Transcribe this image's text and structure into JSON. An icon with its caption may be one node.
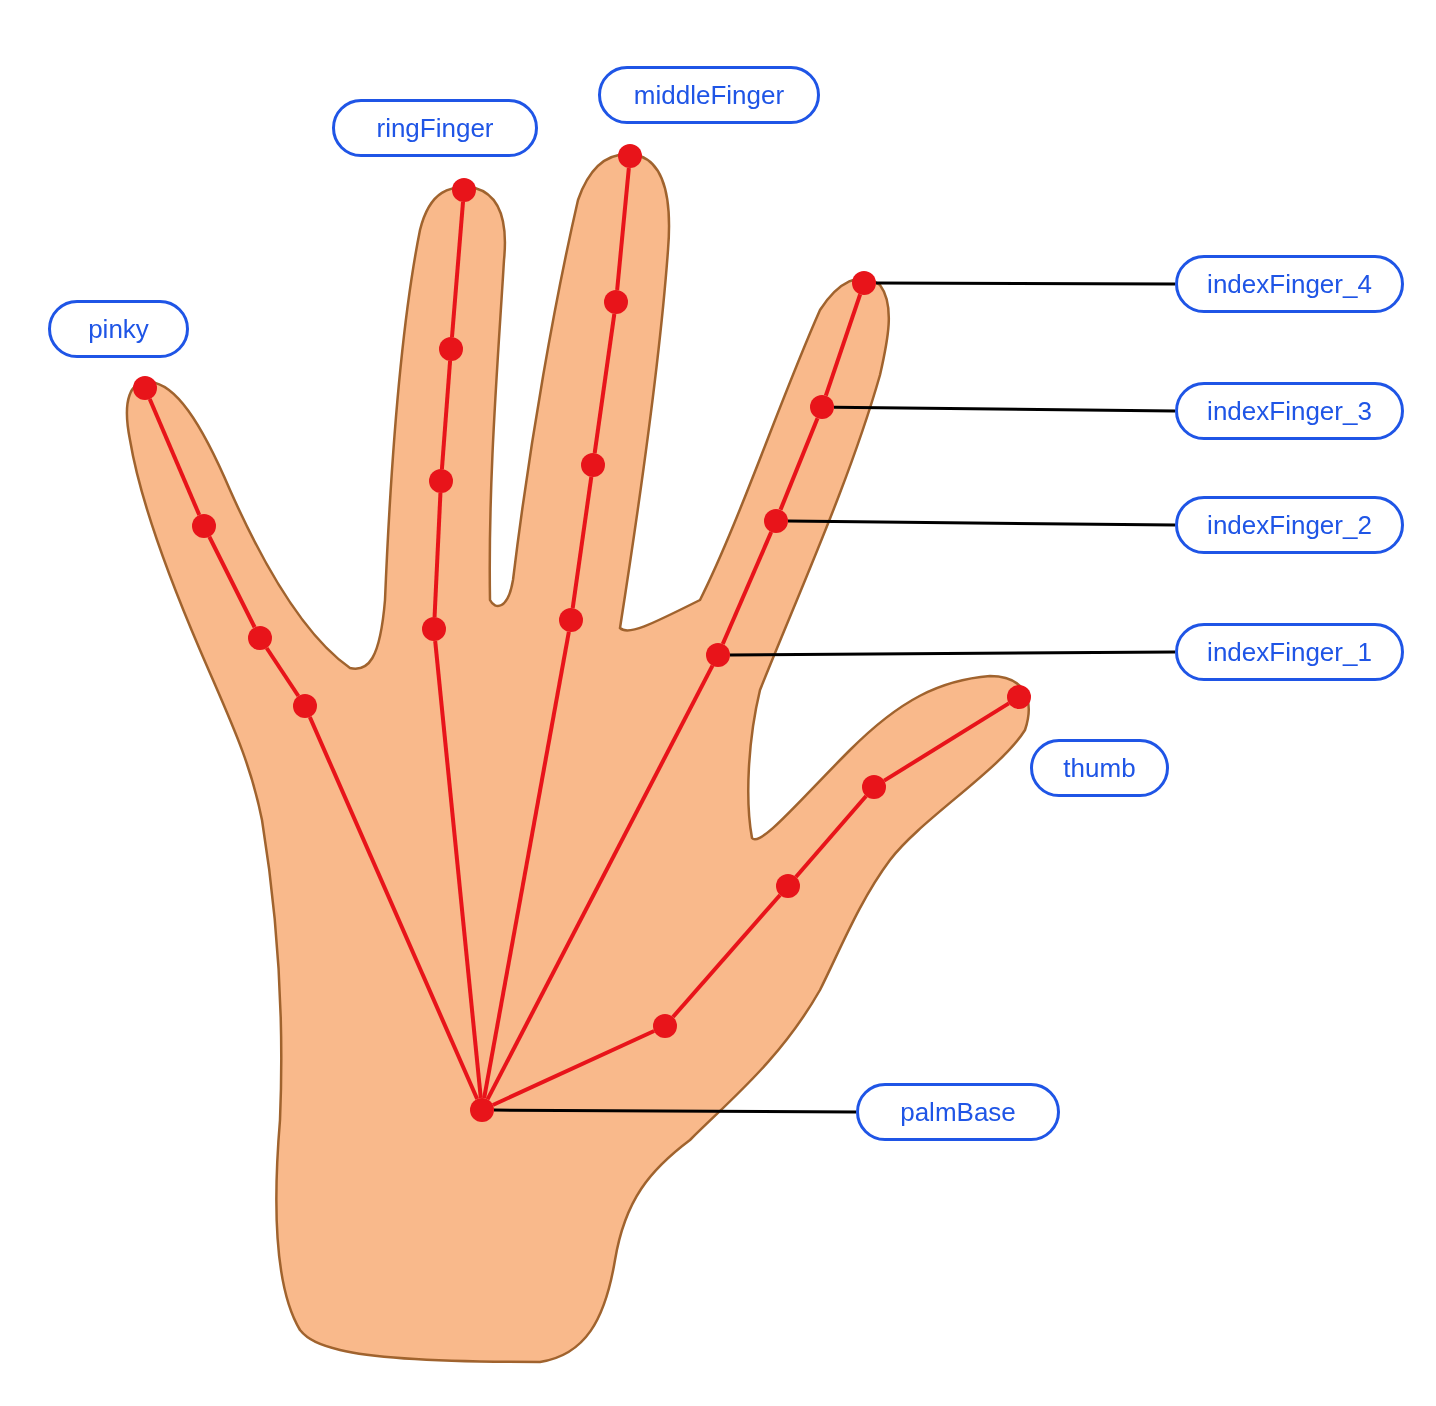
{
  "diagram": {
    "nodes": [
      {
        "text": [
          "middleFinger"
        ]
      },
      {
        "text": [
          "ringFinger"
        ]
      },
      {
        "text": [
          "indexFinger_4"
        ]
      },
      {
        "text": [
          "pinky"
        ]
      },
      {
        "text": [
          "indexFinger_3"
        ]
      },
      {
        "text": [
          "indexFinger_2"
        ]
      },
      {
        "text": [
          "indexFinger_1"
        ]
      },
      {
        "text": [
          "thumb"
        ]
      },
      {
        "text": [
          "palmBase"
        ]
      },
      {
        "text": [],
        "shape": "circle"
      },
      {
        "text": [],
        "shape": "circle"
      },
      {
        "text": [],
        "shape": "circle"
      },
      {
        "text": [],
        "shape": "circle"
      },
      {
        "text": [],
        "shape": "circle"
      },
      {
        "text": [],
        "shape": "circle"
      },
      {
        "text": [],
        "shape": "circle"
      },
      {
        "text": [],
        "shape": "circle"
      },
      {
        "text": [],
        "shape": "circle"
      },
      {
        "text": [],
        "shape": "circle"
      },
      {
        "text": [],
        "shape": "circle"
      },
      {
        "text": [],
        "shape": "circle"
      },
      {
        "text": [],
        "shape": "circle"
      },
      {
        "text": [],
        "shape": "circle"
      },
      {
        "text": [],
        "shape": "circle"
      },
      {
        "text": [],
        "shape": "circle"
      },
      {
        "text": [],
        "shape": "circle"
      },
      {
        "text": [],
        "shape": "circle"
      },
      {
        "text": [],
        "shape": "circle"
      },
      {
        "text": [],
        "shape": "circle"
      },
      {
        "text": [],
        "shape": "circle"
      }
    ],
    "edges": [
      {
        "from": 9,
        "to": 10,
        "arrow": "none"
      },
      {
        "from": 10,
        "to": 11,
        "arrow": "none"
      },
      {
        "from": 11,
        "to": 12,
        "arrow": "none"
      },
      {
        "from": 12,
        "to": 13,
        "arrow": "none"
      },
      {
        "from": 9,
        "to": 14,
        "arrow": "none"
      },
      {
        "from": 14,
        "to": 15,
        "arrow": "none"
      },
      {
        "from": 15,
        "to": 16,
        "arrow": "none"
      },
      {
        "from": 16,
        "to": 17,
        "arrow": "none"
      },
      {
        "from": 9,
        "to": 18,
        "arrow": "none"
      },
      {
        "from": 18,
        "to": 19,
        "arrow": "none"
      },
      {
        "from": 19,
        "to": 20,
        "arrow": "none"
      },
      {
        "from": 20,
        "to": 21,
        "arrow": "none"
      },
      {
        "from": 9,
        "to": 22,
        "arrow": "none"
      },
      {
        "from": 22,
        "to": 23,
        "arrow": "none"
      },
      {
        "from": 23,
        "to": 24,
        "arrow": "none"
      },
      {
        "from": 24,
        "to": 25,
        "arrow": "none"
      },
      {
        "from": 9,
        "to": 26,
        "arrow": "none"
      },
      {
        "from": 26,
        "to": 27,
        "arrow": "none"
      },
      {
        "from": 27,
        "to": 28,
        "arrow": "none"
      },
      {
        "from": 28,
        "to": 29,
        "arrow": "none"
      },
      {
        "from": 2,
        "to": 17,
        "arrow": "none",
        "color": "#000000"
      },
      {
        "from": 4,
        "to": 16,
        "arrow": "none",
        "color": "#000000"
      },
      {
        "from": 5,
        "to": 15,
        "arrow": "none",
        "color": "#000000"
      },
      {
        "from": 6,
        "to": 14,
        "arrow": "none",
        "color": "#000000"
      },
      {
        "from": 8,
        "to": 9,
        "arrow": "none",
        "color": "#000000"
      }
    ]
  }
}
